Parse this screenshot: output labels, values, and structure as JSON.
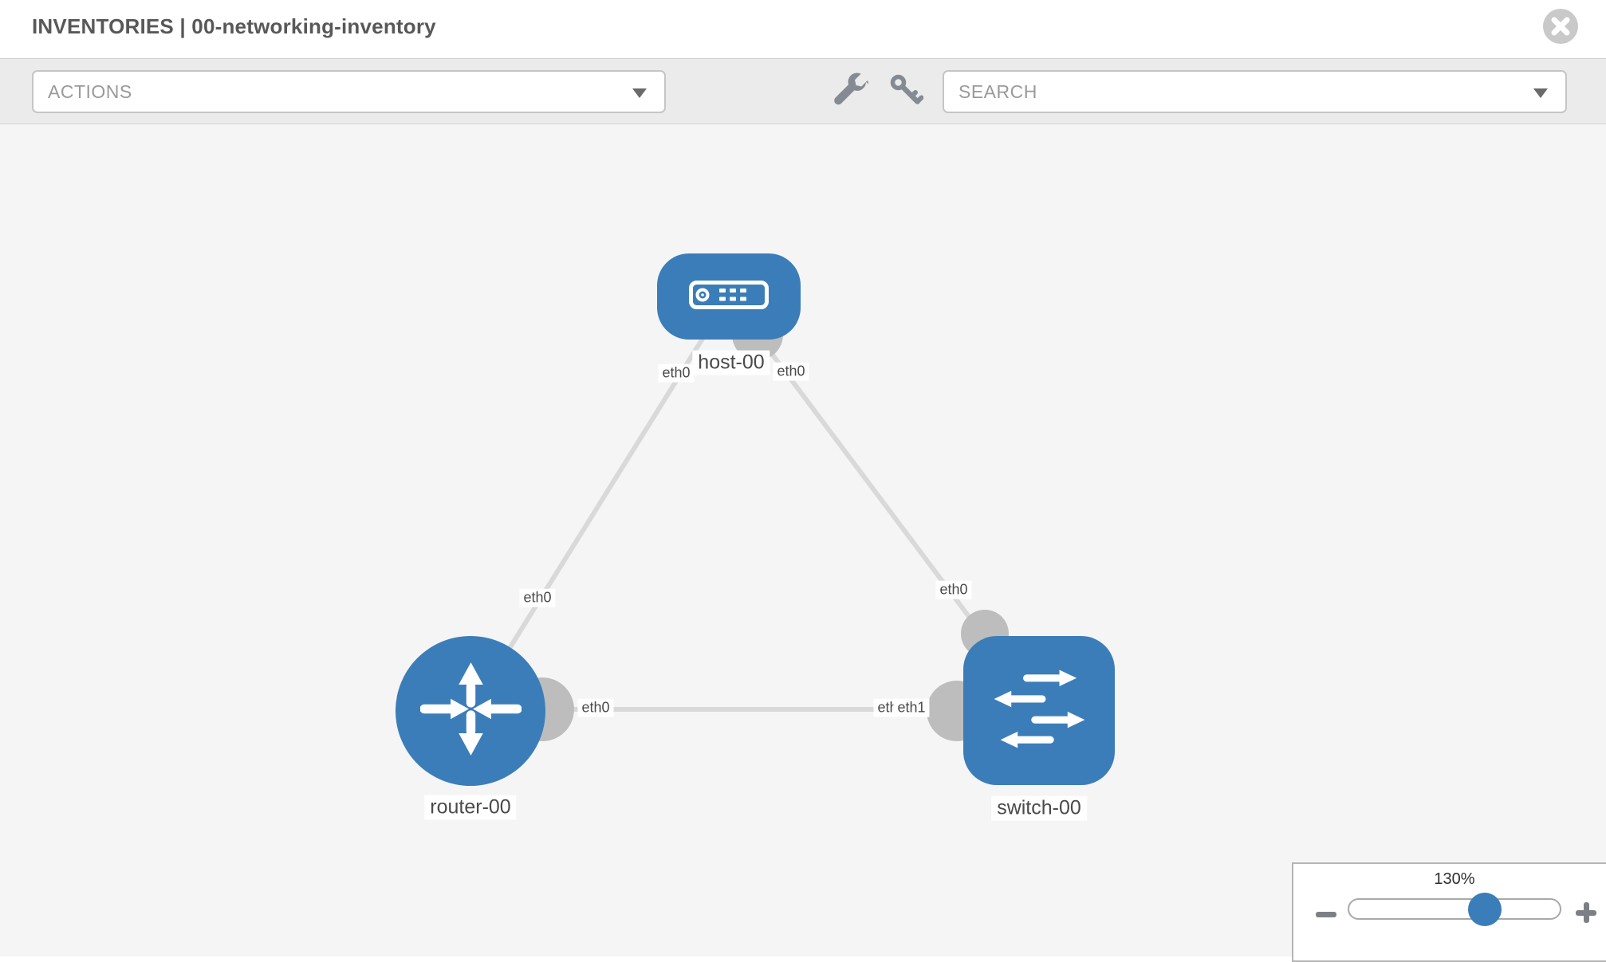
{
  "header": {
    "title": "INVENTORIES | 00-networking-inventory"
  },
  "toolbar": {
    "actions_dropdown": {
      "value": "ACTIONS"
    },
    "search_dropdown": {
      "value": "SEARCH"
    },
    "wrench_icon": "wrench",
    "key_icon": "key"
  },
  "topology": {
    "nodes": [
      {
        "id": "host-00",
        "label": "host-00",
        "type": "host"
      },
      {
        "id": "router-00",
        "label": "router-00",
        "type": "router"
      },
      {
        "id": "switch-00",
        "label": "switch-00",
        "type": "switch"
      }
    ],
    "edges": [
      {
        "from": "host-00",
        "to": "router-00",
        "from_interface": "eth0",
        "to_interface": "eth0"
      },
      {
        "from": "host-00",
        "to": "switch-00",
        "from_interface": "eth0",
        "to_interface": "eth0"
      },
      {
        "from": "router-00",
        "to": "switch-00",
        "from_interface": "eth0",
        "to_interface": "eth1",
        "occluded_interface_label": "eth0"
      }
    ]
  },
  "zoom_control": {
    "level": "130%"
  },
  "colors": {
    "node_blue": "#3b7db9",
    "edge_gray": "#d9d9d9",
    "interface_gray": "#bdbdbd",
    "toolbar_bg": "#ebebeb",
    "canvas_bg": "#f5f5f6"
  }
}
